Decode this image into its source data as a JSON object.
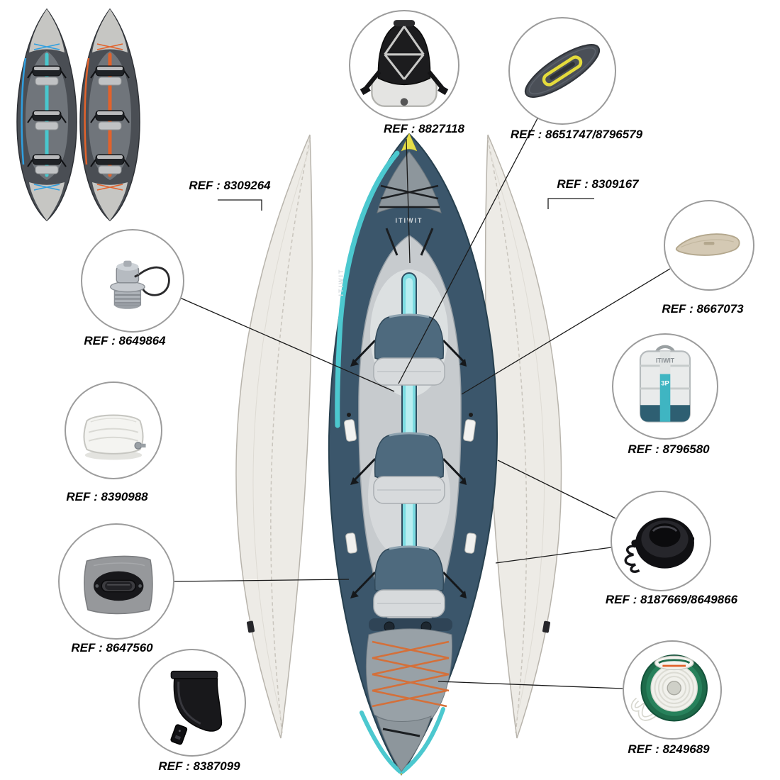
{
  "brand": "ITIWIT",
  "parts": {
    "side_tube_left": {
      "ref": "REF : 8309264"
    },
    "side_tube_right": {
      "ref": "REF : 8309167"
    },
    "seatback": {
      "ref": "REF : 8827118"
    },
    "deck_cover": {
      "ref": "REF : 8651747/8796579"
    },
    "valve_cap": {
      "ref": "REF : 8649864"
    },
    "seat_cushion": {
      "ref": "REF : 8390988"
    },
    "patch_handle": {
      "ref": "REF : 8647560"
    },
    "fin_large": {
      "ref": "REF : 8387099"
    },
    "fin_small": {
      "ref": "REF : 8667073"
    },
    "backpack": {
      "ref": "REF : 8796580",
      "brand_label": "ITIWIT",
      "size_label": "3P"
    },
    "pump_valve": {
      "ref": "REF : 8187669/8649866"
    },
    "cord_spool": {
      "ref": "REF : 8249689"
    }
  }
}
